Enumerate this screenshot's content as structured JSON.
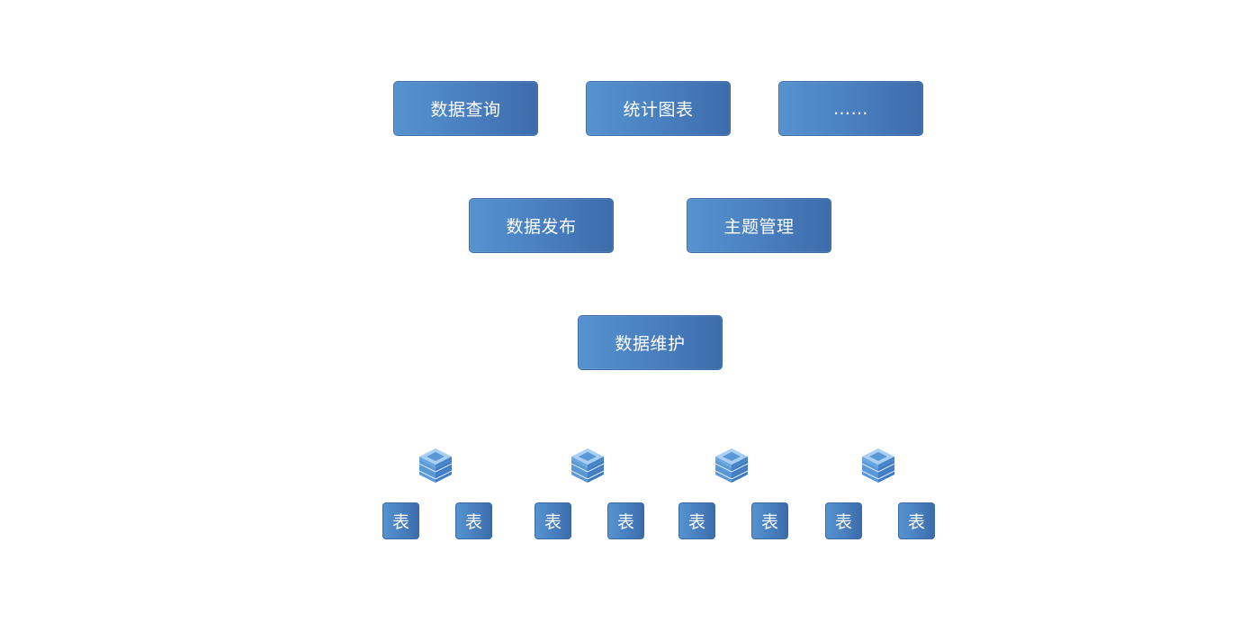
{
  "layers": {
    "application": [
      {
        "label": "数据查询"
      },
      {
        "label": "统计图表"
      },
      {
        "label": "……"
      }
    ],
    "service": [
      {
        "label": "数据发布"
      },
      {
        "label": "主题管理"
      }
    ],
    "maintenance": [
      {
        "label": "数据维护"
      }
    ],
    "databases": [
      {
        "icon": "database-icon",
        "tables": [
          {
            "label": "表"
          },
          {
            "label": "表"
          }
        ]
      },
      {
        "icon": "database-icon",
        "tables": [
          {
            "label": "表"
          },
          {
            "label": "表"
          }
        ]
      },
      {
        "icon": "database-icon",
        "tables": [
          {
            "label": "表"
          },
          {
            "label": "表"
          }
        ]
      },
      {
        "icon": "database-icon",
        "tables": [
          {
            "label": "表"
          },
          {
            "label": "表"
          }
        ]
      }
    ]
  },
  "colors": {
    "box_gradient_start": "#5593cf",
    "box_gradient_end": "#3c6cab",
    "box_border": "#3a6aa8",
    "text": "#ffffff",
    "db_icon_light": "#a9d0f2",
    "db_icon_dark": "#3f7bc4"
  }
}
